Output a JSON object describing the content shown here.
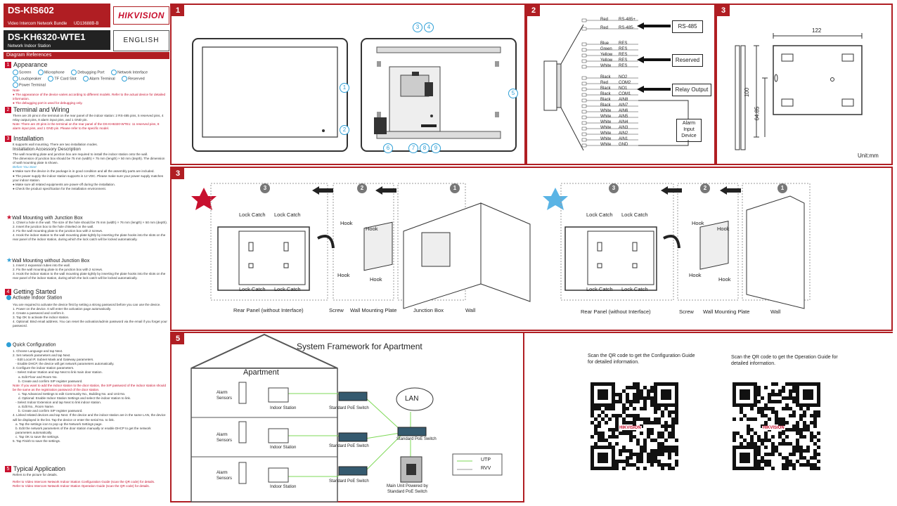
{
  "header": {
    "model": "DS-KIS602",
    "bundle": "Video Intercom Network Bundle",
    "doc_code": "UD13688B-B",
    "brand": "HIKVISION",
    "model2": "DS-KH6320-WTE1",
    "model2_sub": "Network Indoor Station",
    "language": "ENGLISH",
    "diagram_refs": "Diagram References"
  },
  "left": {
    "s1": {
      "num": "1",
      "title": "Appearance",
      "parts": [
        "Screen",
        "Microphone",
        "Debugging Port",
        "Network Interface",
        "Loudspeaker",
        "TF Card Slot",
        "Alarm Terminal",
        "Reserved",
        "Power Terminal"
      ],
      "note_title": "Note",
      "note1": "● The appearance of the device varies according to different models. Refer to the actual device for detailed information.",
      "note2": "● The debugging port is used for debugging only."
    },
    "s2": {
      "num": "2",
      "title": "Terminal and Wiring",
      "p1": "There are 20 pins in the terminal on the rear panel of the indoor station: 2 RS-485 pins, 5 reserved pins, 4 relay output pins, 8 alarm input pins, and 1 GND pin.",
      "note": "Note: There are 20 pins in the terminal on the rear panel of the DS-KH6320-WTE1: 11 reserved pins, 8 alarm input pins, and 1 GND pin. Please refer to the specific model."
    },
    "s3": {
      "num": "3",
      "title": "Installation",
      "p1": "It supports wall mounting. There are two installation modes.",
      "acc": "Installation Accessory Description",
      "p2": "The wall mounting plate and junction box are required to install the indoor station onto the wall.",
      "p3": "The dimension of junction box should be 75 mm (width) × 75 mm (length) × 50 mm (depth). The dimension of wall mounting plate is shown.",
      "before": "Before You Start",
      "b1": "● Make sure the device in the package is in good condition and all the assembly parts are included.",
      "b2": "● The power supply the indoor station supports is 12 VDC. Please make sure your power supply matches your indoor station.",
      "b3": "● Make sure all related equipments are power-off during the installation.",
      "b4": "● Check the product specification for the installation environment.",
      "wm1": "Wall Mounting with Junction Box",
      "w1": "1. Chisel a hole in the wall. The size of the hole should be 76 mm (width) × 76 mm (length) × 50 mm (depth).",
      "w2": "2. Insert the junction box to the hole chiseled on the wall.",
      "w3": "3. Fix the wall mounting plate to the junction box with 2 screws.",
      "w4": "4. Hook the indoor station to the wall mounting plate tightly by inserting the plate hooks into the slots on the rear panel of the indoor station, during which the lock catch will be locked automatically.",
      "wm2": "Wall Mounting without Junction Box",
      "x1": "1. Insert 2 expansion tubes into the wall.",
      "x2": "2. Fix the wall mounting plate to the junction box with 2 screws.",
      "x3": "3. Hook the indoor station to the wall mounting plate tightly by inserting the plate hooks into the slots on the rear panel of the indoor station, during which the lock catch will be locked automatically."
    },
    "s4": {
      "num": "4",
      "title": "Getting Started",
      "act": "Activate Indoor Station",
      "a0": "You are required to activate the device first by setting a strong password before you can use the device.",
      "a1": "1. Power on the device. It will enter the activation page automatically.",
      "a2": "2. Create a password and confirm it.",
      "a3": "3. Tap OK to activate the indoor station.",
      "a4": "4. Optional: Bind email address. You can reset the activation/admin password via the email if you forget your password.",
      "qc": "Quick Configuration",
      "q1": "1. Choose Language and tap Next.",
      "q2": "2. Set network parameters and tap Next.",
      "q2a": "- Edit Local IP, Subnet Mask and Gateway parameters.",
      "q2b": "- Enable DHCP, the device will get network parameters automatically.",
      "q3": "3. Configure the indoor station parameters.",
      "q3a": "- Select Indoor Station and tap Next to link main door station.",
      "q3b": "a. Edit Floor and Room No.",
      "q3c": "b. Create and confirm SIP register password.",
      "qnote": "Note: If you want to add the indoor station to the door station, the SIP password of the indoor station should be the same as the registration password of the door station.",
      "q3d": "c. Tap Advanced Settings to edit Community No., Building No. and Unit No.",
      "q3e": "d. Optional: Enable Indoor Station Settings and select the indoor station to link.",
      "q3f": "- Select Indoor Extension and tap Next to link indoor station.",
      "q3g": "a. Edit No., Room Name.",
      "q3h": "b. Create and confirm SIP register password.",
      "q4": "4. Linked related devices and tap Next. If the device and the indoor station are in the same LAN, the device will be displayed in the list. Tap the device or enter the serial No. to link.",
      "q4a": "a. Tap the settings icon to pop up the Network Settings page.",
      "q4b": "b. Edit the network parameters of the door station manually or enable DHCP to get the network parameters automatically.",
      "q4c": "c. Tap OK to save the settings.",
      "q5": "5. Tap Finish to save the settings."
    },
    "s5": {
      "num": "5",
      "title": "Typical Application",
      "p1": "Refers to the picture for details.",
      "r1": "Refer to Video Intercom Network Indoor Station Configuration Guide (scan the QR code) for details.",
      "r2": "Refer to Video Intercom Network Indoor Station Operation Guide (scan the QR code) for details."
    }
  },
  "panel1": {
    "badge": "1",
    "callouts": [
      "1",
      "2",
      "3",
      "4",
      "5",
      "6",
      "7",
      "8",
      "9"
    ]
  },
  "panel2": {
    "badge": "2",
    "wires": [
      {
        "color": "Red",
        "name": "RS-485+"
      },
      {
        "color": "Red",
        "name": "RS-485-"
      },
      {
        "color": "Blue",
        "name": "RES"
      },
      {
        "color": "Green",
        "name": "RES"
      },
      {
        "color": "Yellow",
        "name": "RES"
      },
      {
        "color": "Yellow",
        "name": "RES"
      },
      {
        "color": "White",
        "name": "RES"
      },
      {
        "color": "Black",
        "name": "NO2"
      },
      {
        "color": "Red",
        "name": "COM2"
      },
      {
        "color": "Black",
        "name": "NO1"
      },
      {
        "color": "Black",
        "name": "COM1"
      },
      {
        "color": "Black",
        "name": "AIN8"
      },
      {
        "color": "Black",
        "name": "AIN7"
      },
      {
        "color": "White",
        "name": "AIN6"
      },
      {
        "color": "White",
        "name": "AIN5"
      },
      {
        "color": "White",
        "name": "AIN4"
      },
      {
        "color": "White",
        "name": "AIN3"
      },
      {
        "color": "White",
        "name": "AIN2"
      },
      {
        "color": "White",
        "name": "AIN1"
      },
      {
        "color": "White",
        "name": "GND"
      }
    ],
    "rs485": "RS-485",
    "reserved": "Reserved",
    "relay": "Relay Output",
    "alarm1": "Alarm",
    "alarm2": "Input",
    "alarm3": "Device"
  },
  "panel3a": {
    "badge": "3",
    "dim_w": "122",
    "dim_h": "100",
    "dim_h2": "64.85",
    "unit": "Unit:mm"
  },
  "panel3b": {
    "badge": "3",
    "steps": [
      "3",
      "2",
      "1"
    ],
    "lock": "Lock Catch",
    "hook": "Hook",
    "left_labels": [
      "Rear Panel (without Interface)",
      "Screw",
      "Wall Mounting Plate",
      "Junction Box",
      "Wall"
    ],
    "right_labels": [
      "Rear Panel (without Interface)",
      "Screw",
      "Wall Mounting Plate",
      "Wall"
    ]
  },
  "panel5": {
    "badge": "5",
    "title": "System Framework for Apartment",
    "apartment": "Apartment",
    "alarm": "Alarm",
    "sensors": "Sensors",
    "indoor": "Indoor Station",
    "switch": "Standard PoE Switch",
    "lan": "LAN",
    "main1": "Main Unit Powered by",
    "main2": "Standard PoE Switch",
    "legend_utp": "UTP",
    "legend_rvv": "RVV"
  },
  "qr": {
    "cfg": "Scan the QR code to get the Configuration Guide for detailed information.",
    "ops": "Scan the QR code to get the Operation Guide for detailed information.",
    "brand": "HIKVISION"
  },
  "colors": {
    "brand": "#b01e23",
    "accent": "#2e9fd6",
    "utp": "#7ed957"
  }
}
